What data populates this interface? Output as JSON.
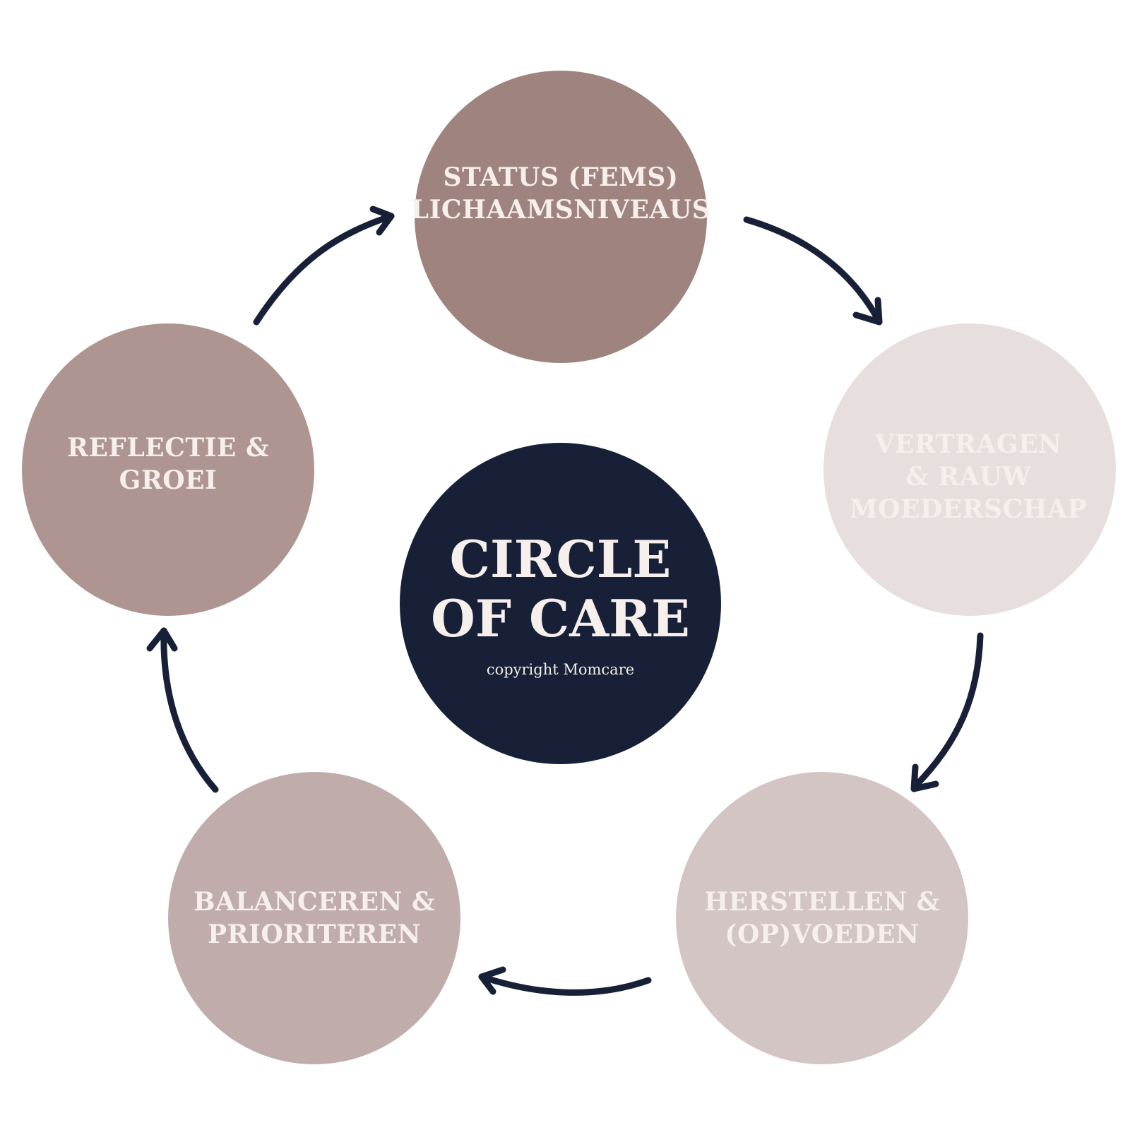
{
  "diagram": {
    "type": "cycle",
    "center": {
      "title": "CIRCLE\nOF CARE",
      "subtitle": "copyright Momcare",
      "color": "#172037"
    },
    "nodes": [
      {
        "id": "status",
        "label": "STATUS (FEMS)\nLICHAAMSNIVEAUS",
        "color": "#9e837e"
      },
      {
        "id": "vertragen",
        "label": "VERTRAGEN\n& RAUW\nMOEDERSCHAP",
        "color": "#e6dfdd"
      },
      {
        "id": "herstellen",
        "label": "HERSTELLEN &\n(OP)VOEDEN",
        "color": "#d3c5c3"
      },
      {
        "id": "balanceren",
        "label": "BALANCEREN &\nPRIORITEREN",
        "color": "#c0adab"
      },
      {
        "id": "reflectie",
        "label": "REFLECTIE &\nGROEI",
        "color": "#ae9591"
      }
    ],
    "edges": [
      {
        "from": "status",
        "to": "vertragen"
      },
      {
        "from": "vertragen",
        "to": "herstellen"
      },
      {
        "from": "herstellen",
        "to": "balanceren"
      },
      {
        "from": "balanceren",
        "to": "reflectie"
      },
      {
        "from": "reflectie",
        "to": "status"
      }
    ],
    "arrow_color": "#172037",
    "text_color": "#f6efec"
  }
}
